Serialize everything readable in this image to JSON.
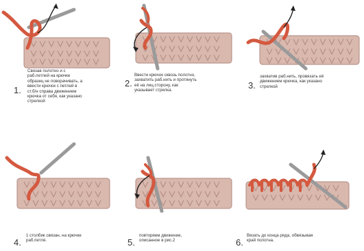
{
  "steps": [
    {
      "number": "1.",
      "caption": "Связав полотно и с\nраб.петлей на крючке\nобразец не поворачивать, а\nввести крючок с петлей в\nст.б/н справа движением\nкрючка от себя, как указано\nстрелкой"
    },
    {
      "number": "2.",
      "caption": "Ввести крючок сквозь полотно,\nзахватить раб.нить и протянуть\nеё на лиц.сторону, как\nуказывает стрелка."
    },
    {
      "number": "3.",
      "caption": "захватив раб.нить, провязать её\nдвижением крючка, как указано\nстрелкой"
    },
    {
      "number": "4.",
      "caption": "1 столбик связан, на крючке\nраб.петля."
    },
    {
      "number": "5.",
      "caption": "повторяем движение,\nописанное в рис.2"
    },
    {
      "number": "6.",
      "caption": "Вязать до конца ряда, обвязывая\nкрай полотна."
    }
  ],
  "colors": {
    "fabric": "#d9b8ae",
    "fabric_line": "#b08a80",
    "yarn": "#d4593f",
    "yarn_dark": "#a83a26",
    "hook": "#9a9a9a",
    "arrow": "#222222"
  }
}
